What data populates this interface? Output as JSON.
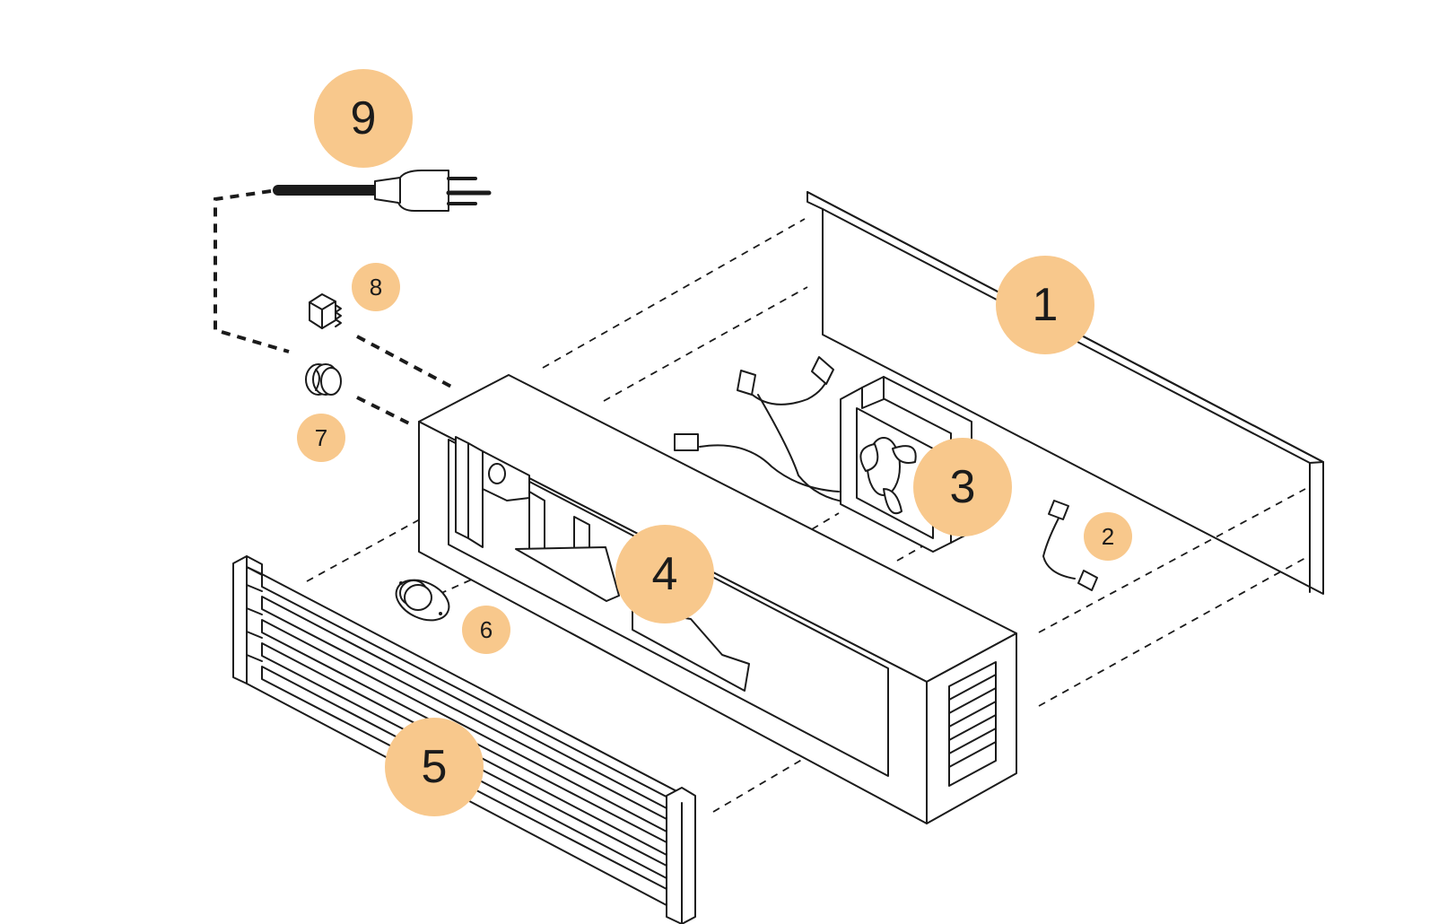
{
  "diagram": {
    "callout_fill": "#F8C88C",
    "line_color": "#1B1B1B",
    "callouts": [
      {
        "id": "1",
        "label": "1"
      },
      {
        "id": "2",
        "label": "2"
      },
      {
        "id": "3",
        "label": "3"
      },
      {
        "id": "4",
        "label": "4"
      },
      {
        "id": "5",
        "label": "5"
      },
      {
        "id": "6",
        "label": "6"
      },
      {
        "id": "7",
        "label": "7"
      },
      {
        "id": "8",
        "label": "8"
      },
      {
        "id": "9",
        "label": "9"
      }
    ]
  }
}
